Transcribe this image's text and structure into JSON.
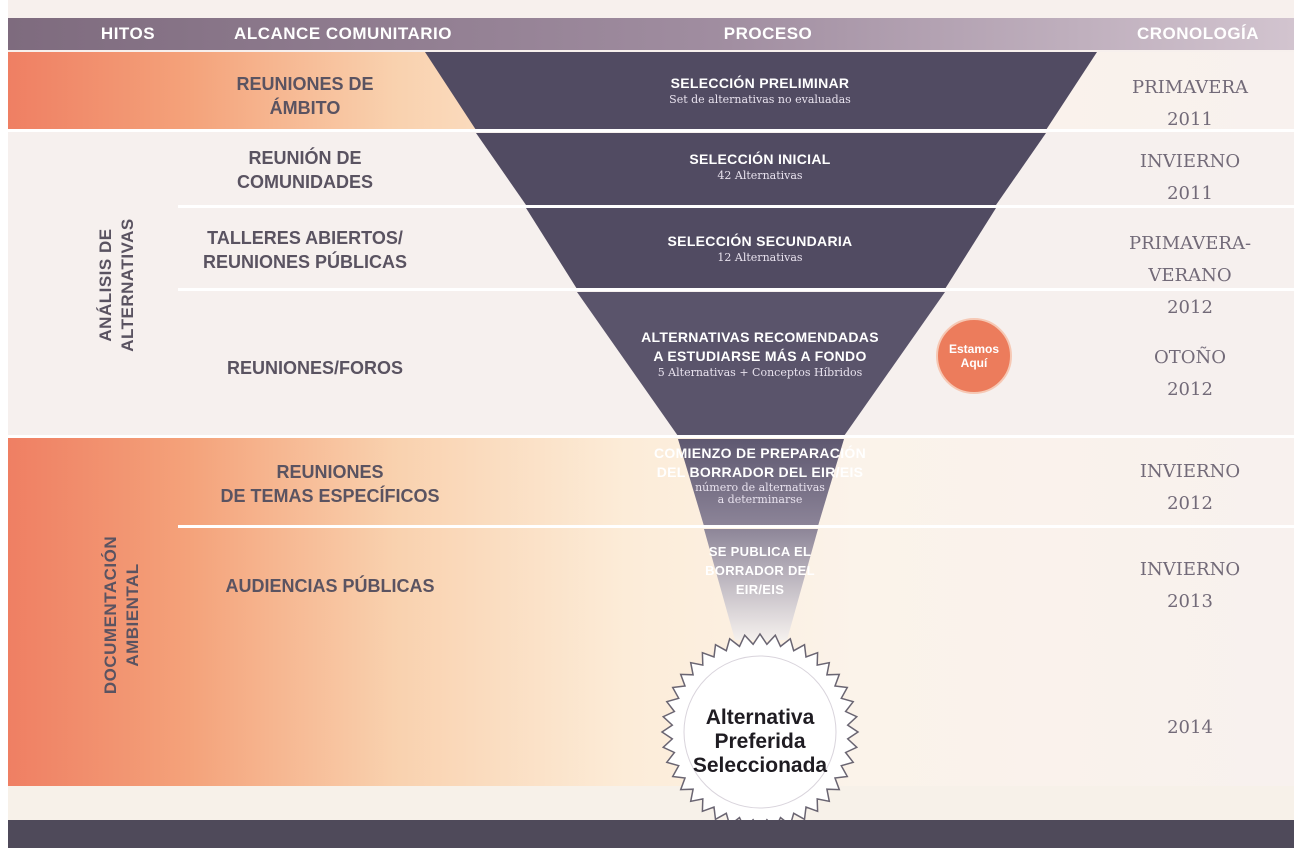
{
  "header": {
    "hitos": "HITOS",
    "alcance": "ALCANCE COMUNITARIO",
    "proceso": "PROCESO",
    "cronologia": "CRONOLOGÍA"
  },
  "hitos": [
    "ANÁLISIS DE\nALTERNATIVAS",
    "DOCUMENTACIÓN\nAMBIENTAL"
  ],
  "rows": [
    {
      "alcance": "REUNIONES DE\nÁMBITO",
      "proceso_title": "SELECCIÓN PRELIMINAR",
      "proceso_sub": "Set de alternativas no evaluadas",
      "crono": "PRIMAVERA\n2011"
    },
    {
      "alcance": "REUNIÓN DE\nCOMUNIDADES",
      "proceso_title": "SELECCIÓN INICIAL",
      "proceso_sub": "42 Alternativas",
      "crono": "INVIERNO\n2011"
    },
    {
      "alcance": "TALLERES ABIERTOS/\nREUNIONES PÚBLICAS",
      "proceso_title": "SELECCIÓN SECUNDARIA",
      "proceso_sub": "12 Alternativas",
      "crono": "PRIMAVERA-VERANO\n2012"
    },
    {
      "alcance": "REUNIONES/FOROS",
      "proceso_title": "ALTERNATIVAS  RECOMENDADAS\nA ESTUDIARSE MÁS A FONDO",
      "proceso_sub": "5 Alternativas + Conceptos Híbridos",
      "crono": "OTOÑO\n2012"
    },
    {
      "alcance": "REUNIONES\nDE TEMAS ESPECÍFICOS",
      "proceso_title": "COMIENZO DE PREPARACIÓN\nDEL BORRADOR DEL EIR/EIS",
      "proceso_sub": "número de alternativas\na determinarse",
      "crono": "INVIERNO\n2012"
    },
    {
      "alcance": "AUDIENCIAS PÚBLICAS",
      "proceso_title": "SE PUBLICA EL\nBORRADOR DEL\nEIR/EIS",
      "proceso_sub": "",
      "crono": "INVIERNO\n2013"
    },
    {
      "alcance": "",
      "proceso_title": "",
      "proceso_sub": "",
      "crono": "2014"
    }
  ],
  "badge": "Estamos\nAquí",
  "seal": "Alternativa\nPreferida\nSeleccionada",
  "colors": {
    "funnel": "#514b62",
    "orange": "#ef7f63",
    "header": "#8e7b8e",
    "badge": "#ec7c5c",
    "text": "#5a5361"
  }
}
